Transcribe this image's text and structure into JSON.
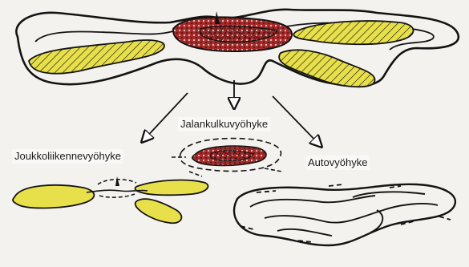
{
  "labels": {
    "pedestrian_zone": "Jalankulkuvyöhyke",
    "transit_zone": "Joukkoliikennevyöhyke",
    "car_zone": "Autovyöhyke"
  },
  "colors": {
    "background": "#f4f2ee",
    "outline": "#141414",
    "transit_fill": "#e8e04a",
    "core_fill": "#a52a2a",
    "core_speckle": "#e8c9c0"
  }
}
